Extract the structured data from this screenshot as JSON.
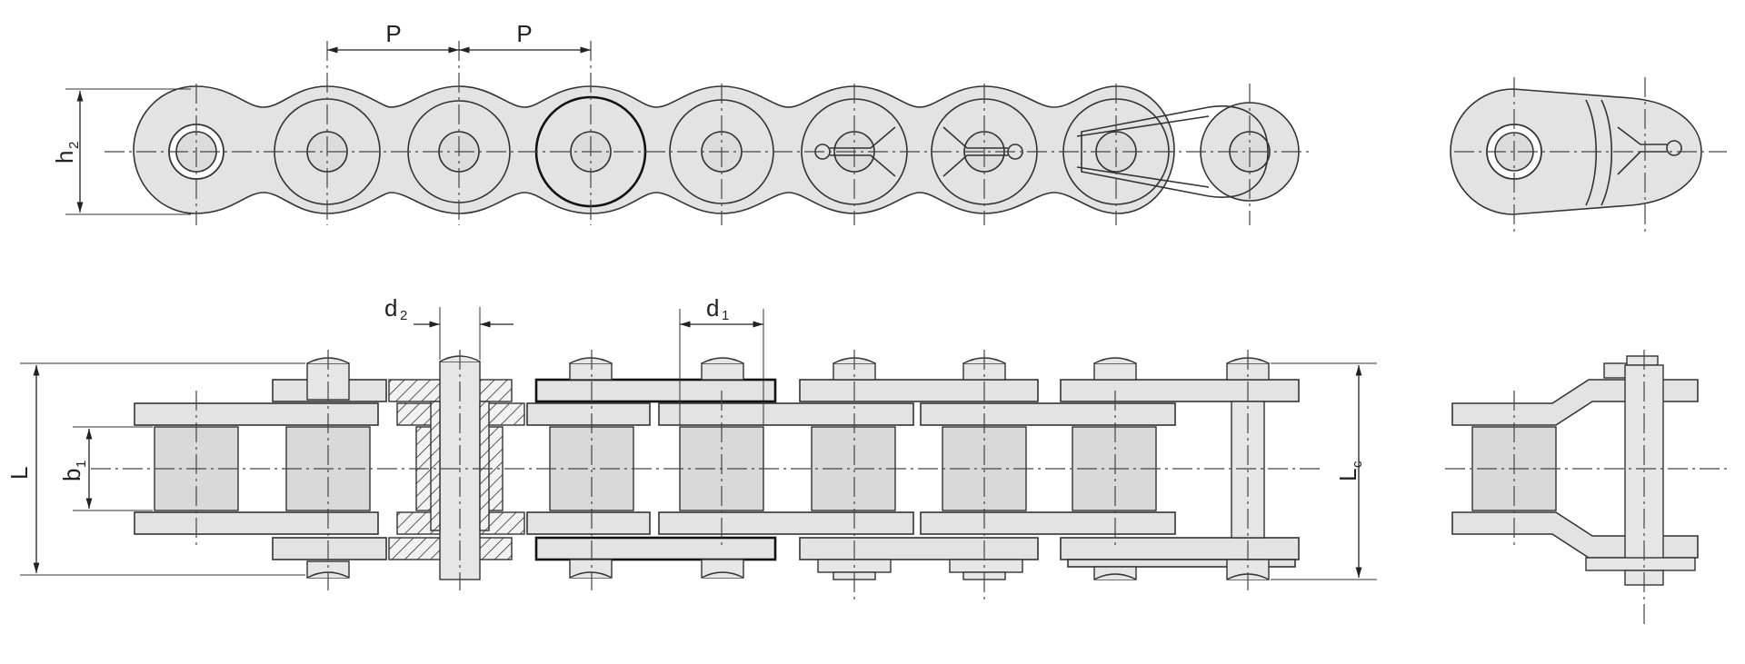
{
  "labels": {
    "pitch": "P",
    "pitch2": "P",
    "plate_height": "h",
    "plate_height_sub": "2",
    "pin_dia": "d",
    "pin_dia_sub": "2",
    "roller_dia": "d",
    "roller_dia_sub": "1",
    "overall_length": "L",
    "inner_width": "b",
    "inner_width_sub": "1",
    "length_connector": "L",
    "length_connector_sub": "c"
  },
  "colors": {
    "part_fill": "#e3e3e3",
    "outline": "#333333",
    "background": "#ffffff"
  }
}
